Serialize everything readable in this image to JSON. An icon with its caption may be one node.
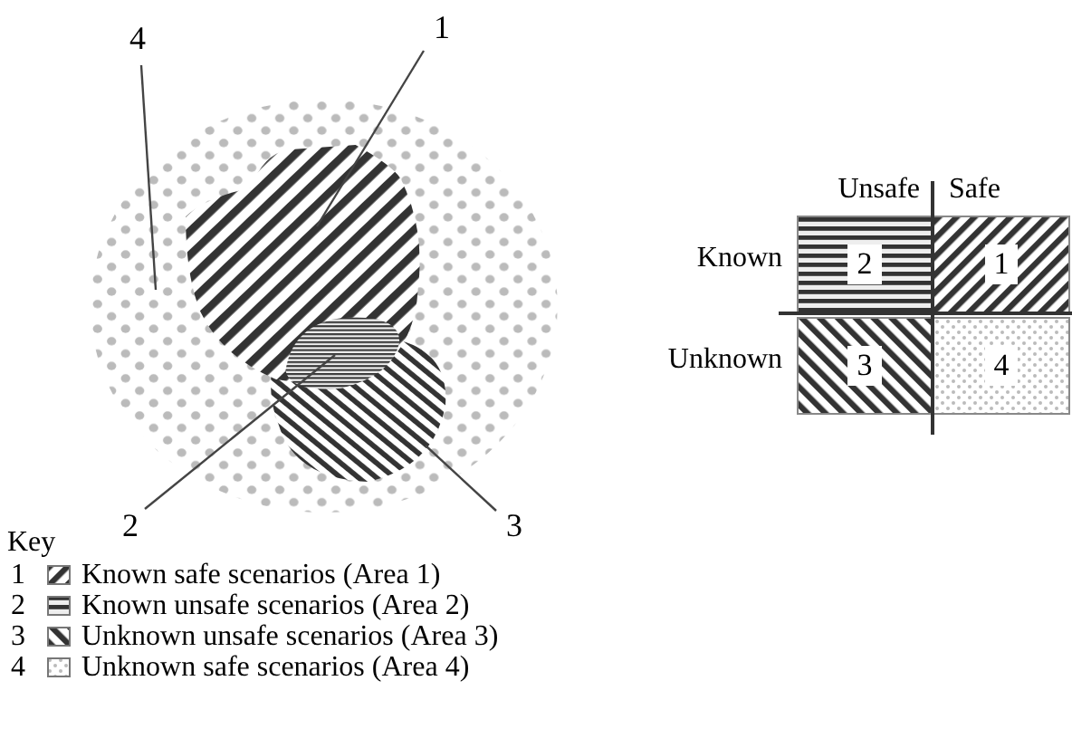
{
  "diagram": {
    "nodes": [
      {
        "text": [
          "4"
        ]
      },
      {
        "text": [
          "1"
        ]
      },
      {
        "text": [],
        "shape": "circle"
      },
      {
        "text": [],
        "shape": "cloud",
        "in": 2
      },
      {
        "text": [],
        "shape": "cloud",
        "in": 2
      },
      {
        "text": [],
        "shape": "cloud",
        "in": 2
      },
      {
        "text": [
          "2"
        ]
      },
      {
        "text": [
          "3"
        ]
      },
      {
        "text": [
          "2"
        ]
      },
      {
        "text": [
          "1"
        ]
      },
      {
        "text": [
          "3"
        ]
      },
      {
        "text": [
          "4"
        ]
      }
    ],
    "edges": [
      {
        "from": 0,
        "to": 2,
        "arrow": "none"
      },
      {
        "from": 1,
        "to": 3,
        "arrow": "none"
      },
      {
        "from": 6,
        "to": 4,
        "arrow": "none"
      },
      {
        "from": 7,
        "to": 5,
        "arrow": "none"
      }
    ],
    "labels": [
      "Unsafe",
      "Safe",
      "Known",
      "Unknown",
      "Key",
      "1",
      "2",
      "3",
      "4"
    ],
    "legend": [
      {
        "text": "Known safe scenarios (Area 1)"
      },
      {
        "text": "Known unsafe scenarios (Area 2)"
      },
      {
        "text": "Unknown unsafe scenarios (Area 3)"
      },
      {
        "text": "Unknown safe scenarios (Area 4)"
      }
    ]
  }
}
